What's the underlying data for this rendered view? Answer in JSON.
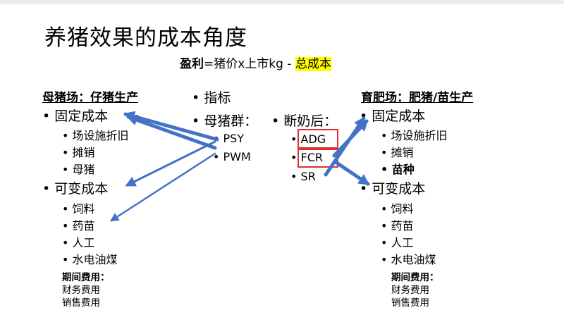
{
  "title": "养猪效果的成本角度",
  "formula": {
    "profit_label": "盈利",
    "equation": "=猪价x上市kg - ",
    "total_cost": "总成本"
  },
  "left": {
    "heading": "母猪场：仔猪生产",
    "fixed_cost": "固定成本",
    "fixed_items": [
      "场设施折旧",
      "摊销",
      "母猪"
    ],
    "variable_cost": "可变成本",
    "variable_items": [
      "饲料",
      "药苗",
      "人工",
      "水电油煤"
    ],
    "period_title": "期间费用：",
    "period_items": [
      "财务费用",
      "销售费用"
    ]
  },
  "middle": {
    "indicators": "指标",
    "sow_group": "母猪群：",
    "sow_metrics": [
      "PSY",
      "PWM"
    ],
    "post_weaning": "断奶后：",
    "weaning_metrics": [
      "ADG",
      "FCR",
      "SR"
    ]
  },
  "right": {
    "heading": "育肥场：肥猪/苗生产",
    "fixed_cost": "固定成本",
    "fixed_items": [
      "场设施折旧",
      "摊销",
      "苗种"
    ],
    "variable_cost": "可变成本",
    "variable_items": [
      "饲料",
      "药苗",
      "人工",
      "水电油煤"
    ],
    "period_title": "期间费用：",
    "period_items": [
      "财务费用",
      "销售费用"
    ]
  },
  "colors": {
    "arrow": "#4472c4",
    "highlight": "#ffff00",
    "box": "#e03030"
  }
}
